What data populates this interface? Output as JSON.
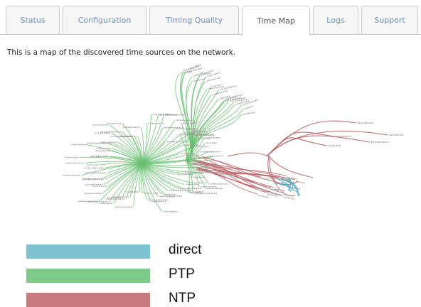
{
  "tabs": [
    {
      "label": "Status",
      "active": false
    },
    {
      "label": "Configuration",
      "active": false
    },
    {
      "label": "Timing Quality",
      "active": false
    },
    {
      "label": "Time Map",
      "active": true
    },
    {
      "label": "Logs",
      "active": false
    },
    {
      "label": "Support",
      "active": false
    }
  ],
  "intro_text": "This is a map of the discovered time sources on the network.",
  "legend": [
    {
      "label": "direct",
      "color": "#7fc3d1"
    },
    {
      "label": "PTP",
      "color": "#7dc98a"
    },
    {
      "label": "NTP",
      "color": "#c97a7e"
    }
  ],
  "colors": {
    "tab_text": "#6f8fb8",
    "direct": "#4fb3c7",
    "ptp": "#66c06e",
    "ntp": "#b9575d"
  }
}
